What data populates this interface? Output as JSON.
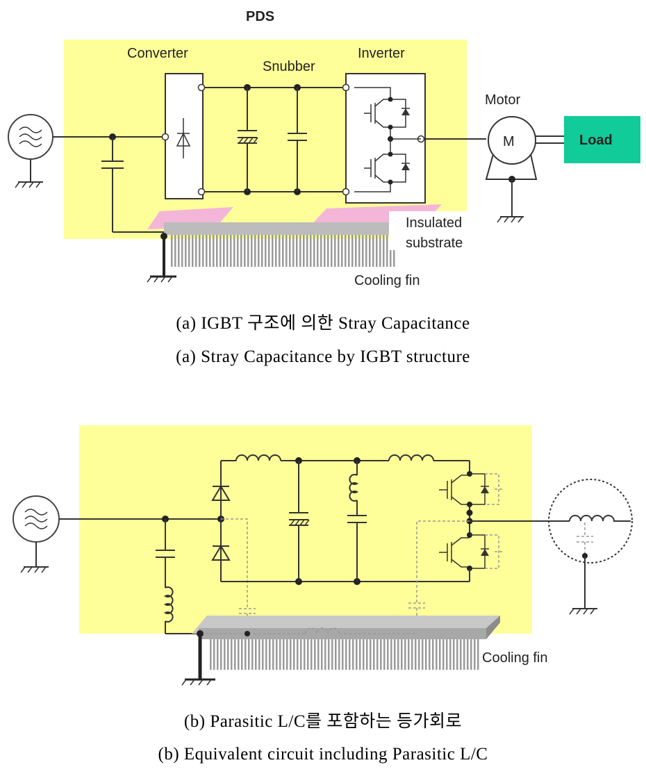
{
  "top": {
    "pds_label": "PDS",
    "converter_label": "Converter",
    "snubber_label": "Snubber",
    "inverter_label": "Inverter",
    "motor_label": "Motor",
    "motor_symbol": "M",
    "load_label": "Load",
    "insulated_line1": "Insulated",
    "insulated_line2": "substrate",
    "cooling_fin_label": "Cooling fin",
    "caption_kr": "(a) IGBT 구조에 의한 Stray Capacitance",
    "caption_en": "(a)  Stray  Capacitance  by  IGBT  structure"
  },
  "bottom": {
    "cooling_fin_label": "Cooling fin",
    "caption_kr": "(b)  Parasitic  L/C를  포함하는  등가회로",
    "caption_en": "(b)  Equivalent  circuit  including  Parasitic  L/C"
  },
  "colors": {
    "highlight": "#ffff99",
    "load": "#11cc99",
    "insulator": "#f4b6d8",
    "fin": "#a8a8a8"
  }
}
